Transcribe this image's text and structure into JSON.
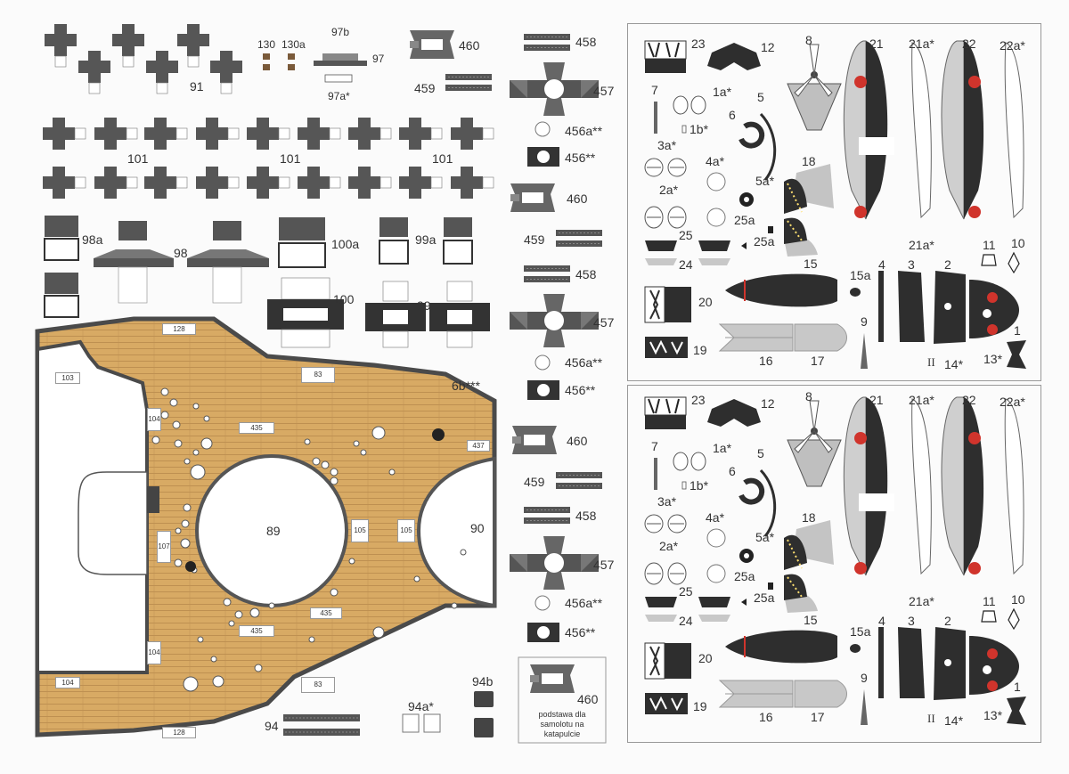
{
  "sheet_left": {
    "labels": {
      "p91": "91",
      "p130": "130",
      "p130a": "130a",
      "p97b": "97b",
      "p97": "97",
      "p97a": "97a*",
      "p460_top": "460",
      "p459_top": "459",
      "p101_a": "101",
      "p101_b": "101",
      "p101_c": "101",
      "p98a": "98a",
      "p98": "98",
      "p100a": "100a",
      "p99a": "99a",
      "p100": "100",
      "p99": "99",
      "p6b": "6b***",
      "p89": "89",
      "p90": "90",
      "p94a": "94a*",
      "p94b": "94b",
      "p94": "94"
    },
    "deck_tags": {
      "t128_top": "128",
      "t103": "103",
      "t83_top": "83",
      "t104_a": "104",
      "t435_a": "435",
      "t437": "437",
      "t107": "107",
      "t105_a": "105",
      "t105_b": "105",
      "t435_b": "435",
      "t435_c": "435",
      "t104_b": "104",
      "t104_c": "104",
      "t83_bot": "83",
      "t128_bot": "128"
    }
  },
  "middle_column": {
    "labels": {
      "p458_a": "458",
      "p457_a": "457",
      "p456a_a": "456a**",
      "p456_a": "456**",
      "p460_b": "460",
      "p459_b": "459",
      "p458_b": "458",
      "p457_b": "457",
      "p456a_b": "456a**",
      "p456_b": "456**",
      "p460_c": "460",
      "p459_c": "459",
      "p458_c": "458",
      "p457_c": "457",
      "p456a_c": "456a**",
      "p456_c": "456**",
      "p460_d": "460"
    },
    "catapult_note": "podstawa dla samolotu na katapulcie"
  },
  "aircraft_panels": [
    {
      "labels": {
        "p23": "23",
        "p12": "12",
        "p8": "8",
        "p21": "21",
        "p21a": "21a*",
        "p22": "22",
        "p22a": "22a*",
        "p7": "7",
        "p1a": "1a*",
        "p5": "5",
        "p6": "6",
        "p1b": "1b*",
        "p3a": "3a*",
        "p4a": "4a*",
        "p18": "18",
        "p5a": "5a*",
        "p2a": "2a*",
        "p25a_1": "25a",
        "p25a_2": "25a",
        "p25": "25",
        "p24": "24",
        "p21a_b": "21a*",
        "p11": "11",
        "p10": "10",
        "p15": "15",
        "p15a": "15a",
        "p4": "4",
        "p3": "3",
        "p2": "2",
        "p20": "20",
        "p9": "9",
        "p1": "1",
        "p19": "19",
        "p16": "16",
        "p17": "17",
        "p14": "14*",
        "p13": "13*",
        "p14_mark": "II"
      }
    },
    {
      "labels": {
        "p23": "23",
        "p12": "12",
        "p8": "8",
        "p21": "21",
        "p21a": "21a*",
        "p22": "22",
        "p22a": "22a*",
        "p7": "7",
        "p1a": "1a*",
        "p5": "5",
        "p6": "6",
        "p1b": "1b*",
        "p3a": "3a*",
        "p4a": "4a*",
        "p18": "18",
        "p5a": "5a*",
        "p2a": "2a*",
        "p25a_1": "25a",
        "p25a_2": "25a",
        "p25": "25",
        "p24": "24",
        "p21a_b": "21a*",
        "p11": "11",
        "p10": "10",
        "p15": "15",
        "p15a": "15a",
        "p4": "4",
        "p3": "3",
        "p2": "2",
        "p20": "20",
        "p9": "9",
        "p1": "1",
        "p19": "19",
        "p16": "16",
        "p17": "17",
        "p14": "14*",
        "p13": "13*",
        "p14_mark": "II"
      }
    }
  ],
  "colors": {
    "part_grey": "#565656",
    "part_dark": "#2e2e2e",
    "wood": "#d6a862",
    "wood_line": "#b88a48",
    "deck_edge": "#4a4a4a",
    "hinomaru_red": "#d0342c",
    "light_grey": "#c8c8c8"
  }
}
